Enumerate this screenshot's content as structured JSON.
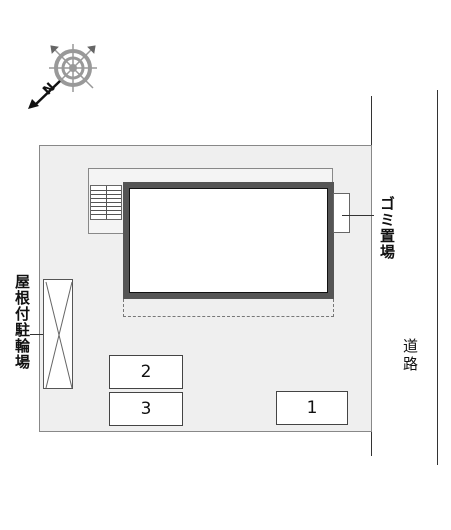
{
  "compass": {
    "north_label": "N",
    "icon": "compass-rose-icon"
  },
  "labels": {
    "garbage": "ゴミ置場",
    "bicycle_parking": "屋根付駐輪場",
    "road": "道路"
  },
  "parking_spaces": [
    {
      "number": "2"
    },
    {
      "number": "3"
    },
    {
      "number": "1"
    }
  ],
  "colors": {
    "lot": "#efefef",
    "building_border": "#555555",
    "compass": "#999999"
  }
}
